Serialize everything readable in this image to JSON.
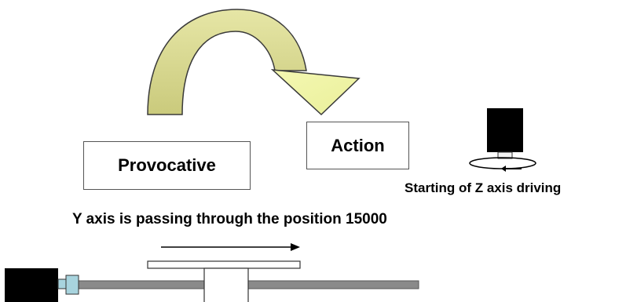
{
  "diagram": {
    "provocative_label": "Provocative",
    "action_label": "Action",
    "z_axis_caption": "Starting of Z axis driving",
    "y_axis_caption": "Y axis is passing through the position 15000",
    "colors": {
      "curved_arrow_fill": "#D8D890",
      "curved_arrow_top": "#E4E4A2",
      "arrow_head_fill": "#F0F4A6",
      "outline": "#3A3A3A",
      "motor_body": "#000000",
      "coupling": "#A8D4DE",
      "rail": "#8A8A8A",
      "carriage": "#FFFFFF"
    },
    "icons": {
      "curved_arrow": "curved-arrow-icon",
      "z_motor": "z-motor-icon",
      "rotation": "rotation-arrow-icon",
      "direction": "right-arrow-icon",
      "y_motor": "y-motor-icon"
    }
  }
}
